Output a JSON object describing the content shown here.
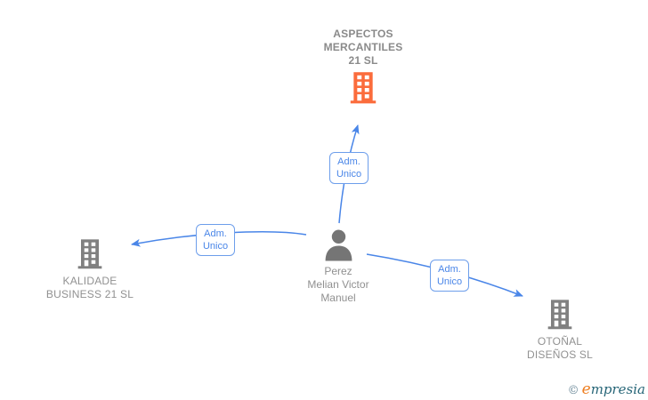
{
  "diagram": {
    "companies": [
      {
        "id": "aspectos",
        "lines": [
          "ASPECTOS",
          "MERCANTILES",
          "21 SL"
        ],
        "icon": "building-icon",
        "icon_color": "#fb6c3c",
        "emphasis": true
      },
      {
        "id": "kalidade",
        "lines": [
          "KALIDADE",
          "BUSINESS 21 SL"
        ],
        "icon": "building-icon",
        "icon_color": "#808080",
        "emphasis": false
      },
      {
        "id": "otonal",
        "lines": [
          "OTOÑAL",
          "DISEÑOS SL"
        ],
        "icon": "building-icon",
        "icon_color": "#808080",
        "emphasis": false
      }
    ],
    "person": {
      "id": "perez",
      "lines": [
        "Perez",
        "Melian Victor",
        "Manuel"
      ],
      "icon": "person-icon",
      "icon_color": "#757575"
    },
    "edges": [
      {
        "from": "perez",
        "to": "aspectos",
        "label_lines": [
          "Adm.",
          "Unico"
        ]
      },
      {
        "from": "perez",
        "to": "kalidade",
        "label_lines": [
          "Adm.",
          "Unico"
        ]
      },
      {
        "from": "perez",
        "to": "otonal",
        "label_lines": [
          "Adm.",
          "Unico"
        ]
      }
    ],
    "colors": {
      "edge_blue": "#4a86e8",
      "label_border_blue": "#6d9eeb",
      "company_text": "#919191",
      "company_text_bold": "#8a8a8a",
      "building_gray": "#808080",
      "building_orange": "#fb6c3c",
      "person_gray": "#757575"
    }
  },
  "footer": {
    "copyright": "©",
    "brand_initial": "e",
    "brand_rest": "mpresia"
  }
}
